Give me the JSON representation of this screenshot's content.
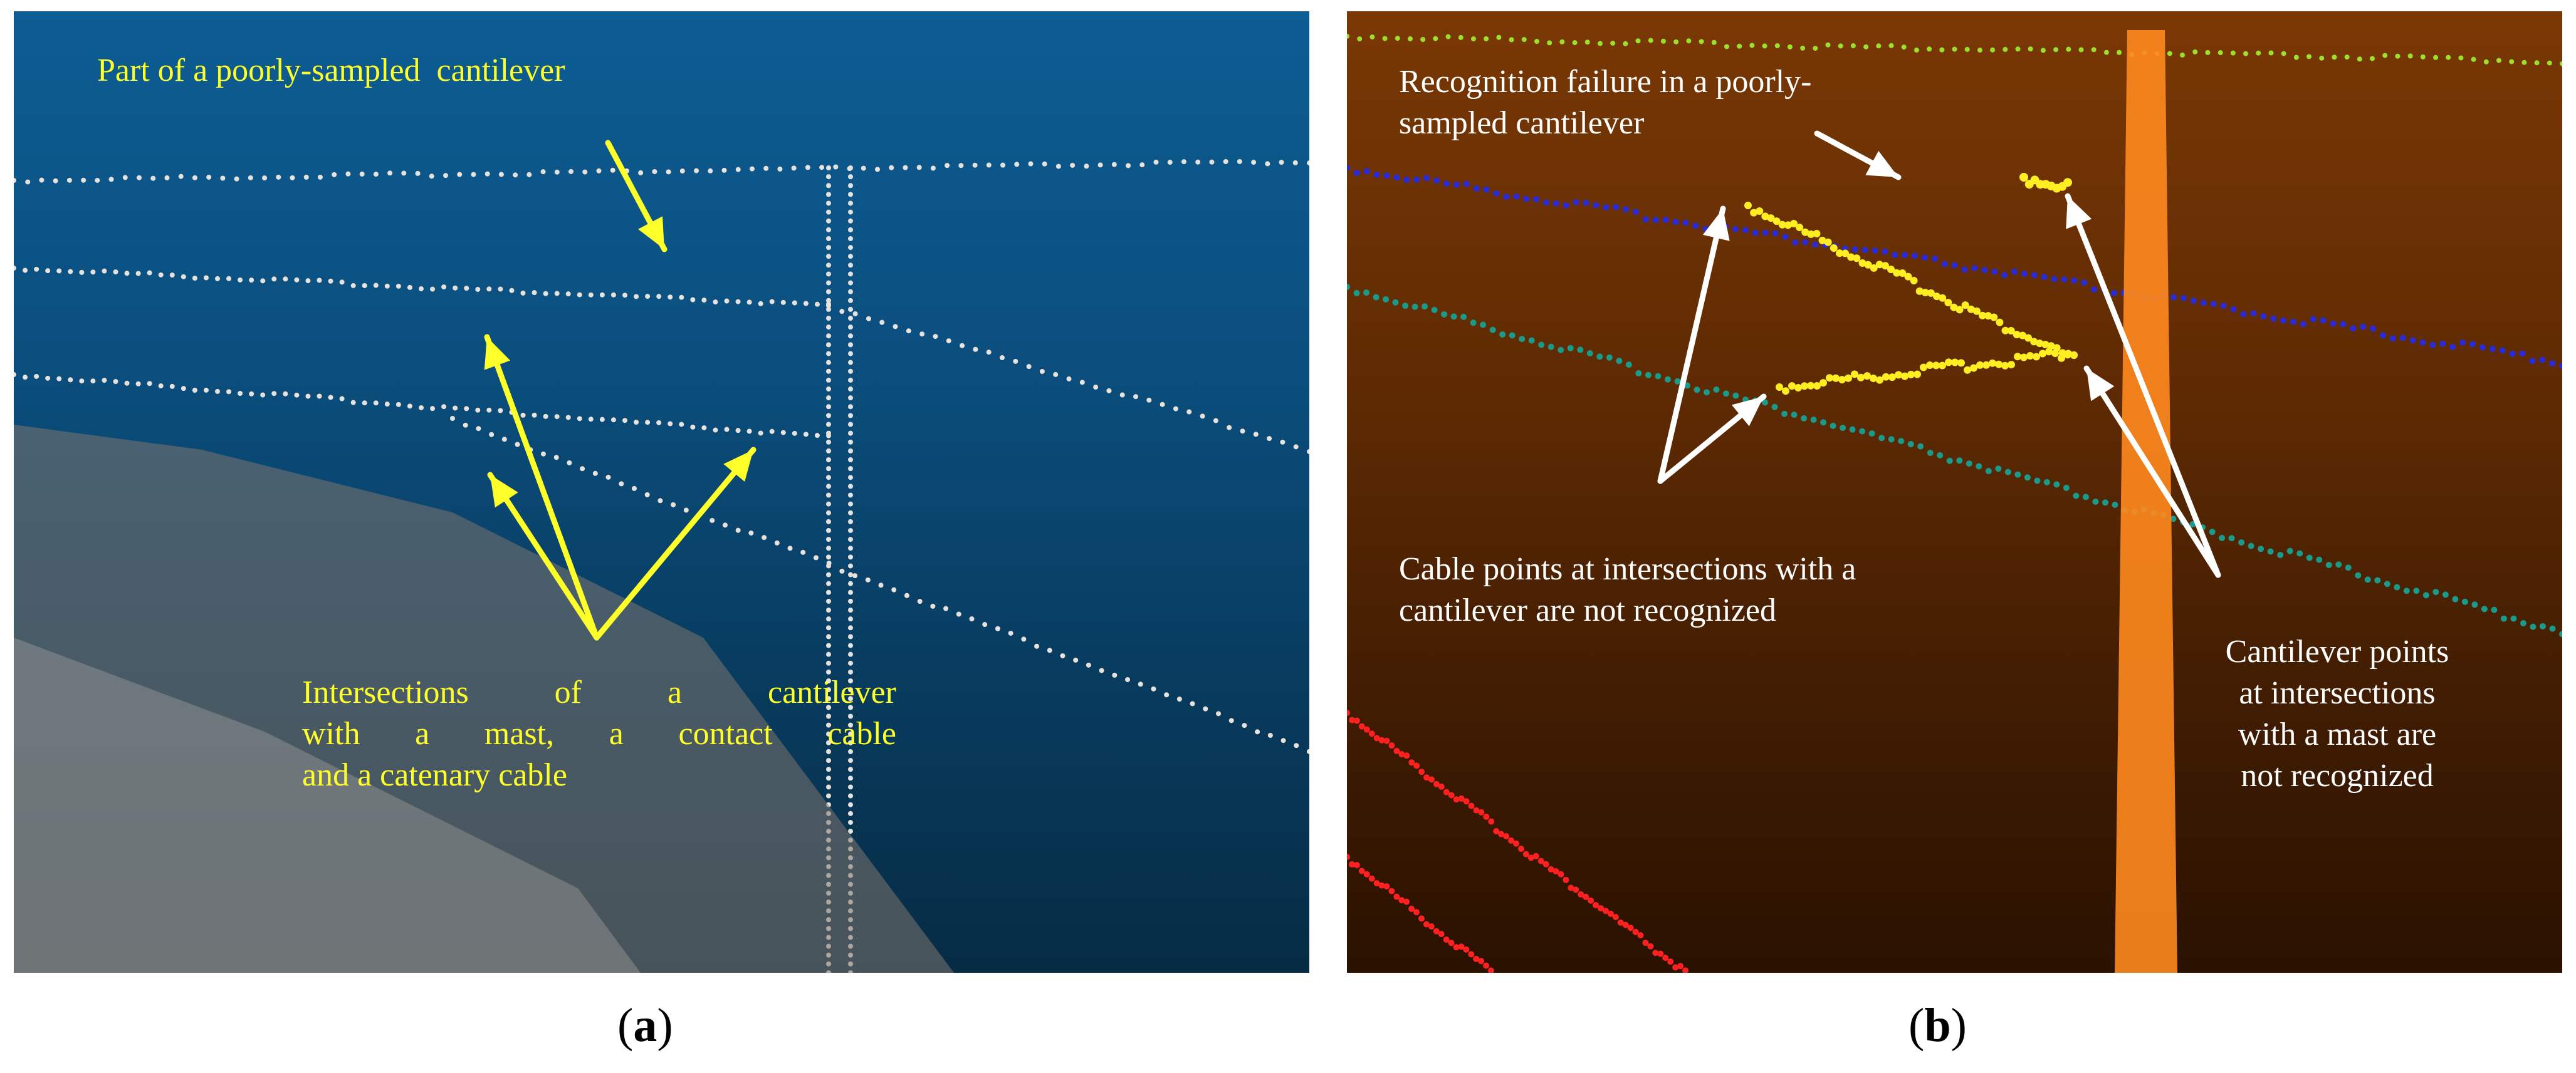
{
  "panel_a": {
    "label_top": "Part of a poorly-sampled  cantilever",
    "label_bottom_lines": [
      "Intersections of a cantilever",
      "with a mast, a contact cable",
      "and a catenary cable"
    ],
    "caption_letter": "a",
    "annotation_color": "#ffff2a"
  },
  "panel_b": {
    "label_top_lines": [
      "Recognition failure in a poorly-",
      "sampled cantilever"
    ],
    "label_left_lines": [
      "Cable points at intersections with a",
      "cantilever are not recognized"
    ],
    "label_right_lines": [
      "Cantilever points",
      "at intersections",
      "with a mast are",
      "not recognized"
    ],
    "caption_letter": "b",
    "annotation_color": "#ffffff",
    "point_colors": {
      "top_cable": "#9be02a",
      "catenary_cable": "#2a2ad6",
      "contact_cable": "#1a9a8a",
      "cantilever": "#ffee22",
      "mast": "#ff8a1e",
      "rails": "#ff2020"
    }
  }
}
